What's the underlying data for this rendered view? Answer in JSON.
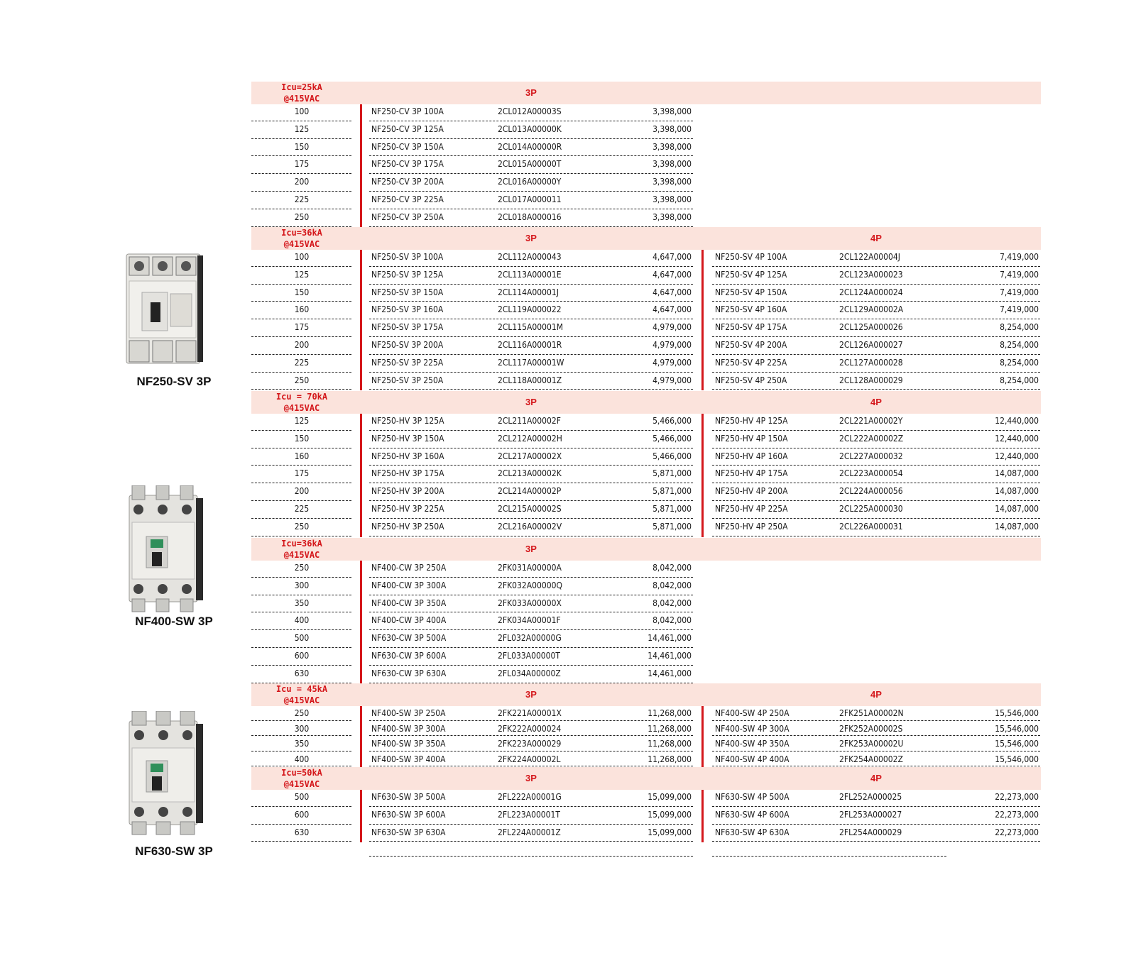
{
  "colors": {
    "accent_red": "#d4171b",
    "band_fill": "#fbe3dc",
    "rule": "#222222"
  },
  "products": [
    {
      "name": "NF250-SV 3P",
      "icon": "molded-case-circuit-breaker-image"
    },
    {
      "name": "NF400-SW 3P",
      "icon": "molded-case-circuit-breaker-image"
    },
    {
      "name": "NF630-SW 3P",
      "icon": "molded-case-circuit-breaker-image"
    }
  ],
  "sections": [
    {
      "icu": [
        "Icu=25kA",
        "@415VAC"
      ],
      "left_label": "3P",
      "right_label": "",
      "rows": [
        {
          "amp": "100",
          "l": [
            "NF250-CV 3P 100A",
            "2CL012A00003S",
            "3,398,000"
          ]
        },
        {
          "amp": "125",
          "l": [
            "NF250-CV 3P 125A",
            "2CL013A00000K",
            "3,398,000"
          ]
        },
        {
          "amp": "150",
          "l": [
            "NF250-CV 3P 150A",
            "2CL014A00000R",
            "3,398,000"
          ]
        },
        {
          "amp": "175",
          "l": [
            "NF250-CV 3P 175A",
            "2CL015A00000T",
            "3,398,000"
          ]
        },
        {
          "amp": "200",
          "l": [
            "NF250-CV 3P 200A",
            "2CL016A00000Y",
            "3,398,000"
          ]
        },
        {
          "amp": "225",
          "l": [
            "NF250-CV 3P 225A",
            "2CL017A000011",
            "3,398,000"
          ]
        },
        {
          "amp": "250",
          "l": [
            "NF250-CV 3P 250A",
            "2CL018A000016",
            "3,398,000"
          ]
        }
      ]
    },
    {
      "icu": [
        "Icu=36kA",
        "@415VAC"
      ],
      "left_label": "3P",
      "right_label": "4P",
      "rows": [
        {
          "amp": "100",
          "l": [
            "NF250-SV 3P 100A",
            "2CL112A000043",
            "4,647,000"
          ],
          "r": [
            "NF250-SV 4P 100A",
            "2CL122A00004J",
            "7,419,000"
          ]
        },
        {
          "amp": "125",
          "l": [
            "NF250-SV 3P 125A",
            "2CL113A00001E",
            "4,647,000"
          ],
          "r": [
            "NF250-SV 4P 125A",
            "2CL123A000023",
            "7,419,000"
          ]
        },
        {
          "amp": "150",
          "l": [
            "NF250-SV 3P 150A",
            "2CL114A00001J",
            "4,647,000"
          ],
          "r": [
            "NF250-SV 4P 150A",
            "2CL124A000024",
            "7,419,000"
          ]
        },
        {
          "amp": "160",
          "l": [
            "NF250-SV 3P 160A",
            "2CL119A000022",
            "4,647,000"
          ],
          "r": [
            "NF250-SV 4P 160A",
            "2CL129A00002A",
            "7,419,000"
          ]
        },
        {
          "amp": "175",
          "l": [
            "NF250-SV 3P 175A",
            "2CL115A00001M",
            "4,979,000"
          ],
          "r": [
            "NF250-SV 4P 175A",
            "2CL125A000026",
            "8,254,000"
          ]
        },
        {
          "amp": "200",
          "l": [
            "NF250-SV 3P 200A",
            "2CL116A00001R",
            "4,979,000"
          ],
          "r": [
            "NF250-SV 4P 200A",
            "2CL126A000027",
            "8,254,000"
          ]
        },
        {
          "amp": "225",
          "l": [
            "NF250-SV 3P 225A",
            "2CL117A00001W",
            "4,979,000"
          ],
          "r": [
            "NF250-SV 4P 225A",
            "2CL127A000028",
            "8,254,000"
          ]
        },
        {
          "amp": "250",
          "l": [
            "NF250-SV 3P 250A",
            "2CL118A00001Z",
            "4,979,000"
          ],
          "r": [
            "NF250-SV 4P 250A",
            "2CL128A000029",
            "8,254,000"
          ]
        }
      ]
    },
    {
      "icu": [
        "Icu = 70kA",
        "@415VAC"
      ],
      "left_label": "3P",
      "right_label": "4P",
      "rows": [
        {
          "amp": "125",
          "l": [
            "NF250-HV 3P 125A",
            "2CL211A00002F",
            "5,466,000"
          ],
          "r": [
            "NF250-HV 4P 125A",
            "2CL221A00002Y",
            "12,440,000"
          ]
        },
        {
          "amp": "150",
          "l": [
            "NF250-HV 3P 150A",
            "2CL212A00002H",
            "5,466,000"
          ],
          "r": [
            "NF250-HV 4P 150A",
            "2CL222A00002Z",
            "12,440,000"
          ]
        },
        {
          "amp": "160",
          "l": [
            "NF250-HV 3P 160A",
            "2CL217A00002X",
            "5,466,000"
          ],
          "r": [
            "NF250-HV 4P 160A",
            "2CL227A000032",
            "12,440,000"
          ]
        },
        {
          "amp": "175",
          "l": [
            "NF250-HV 3P 175A",
            "2CL213A00002K",
            "5,871,000"
          ],
          "r": [
            "NF250-HV 4P 175A",
            "2CL223A000054",
            "14,087,000"
          ]
        },
        {
          "amp": "200",
          "l": [
            "NF250-HV 3P 200A",
            "2CL214A00002P",
            "5,871,000"
          ],
          "r": [
            "NF250-HV 4P 200A",
            "2CL224A000056",
            "14,087,000"
          ]
        },
        {
          "amp": "225",
          "l": [
            "NF250-HV 3P 225A",
            "2CL215A00002S",
            "5,871,000"
          ],
          "r": [
            "NF250-HV 4P 225A",
            "2CL225A000030",
            "14,087,000"
          ]
        },
        {
          "amp": "250",
          "l": [
            "NF250-HV 3P 250A",
            "2CL216A00002V",
            "5,871,000"
          ],
          "r": [
            "NF250-HV 4P 250A",
            "2CL226A000031",
            "14,087,000"
          ]
        }
      ]
    },
    {
      "icu": [
        "Icu=36kA",
        "@415VAC"
      ],
      "left_label": "3P",
      "right_label": "",
      "rows": [
        {
          "amp": "250",
          "l": [
            "NF400-CW 3P 250A",
            "2FK031A00000A",
            "8,042,000"
          ]
        },
        {
          "amp": "300",
          "l": [
            "NF400-CW 3P 300A",
            "2FK032A00000Q",
            "8,042,000"
          ]
        },
        {
          "amp": "350",
          "l": [
            "NF400-CW 3P 350A",
            "2FK033A00000X",
            "8,042,000"
          ]
        },
        {
          "amp": "400",
          "l": [
            "NF400-CW 3P 400A",
            "2FK034A00001F",
            "8,042,000"
          ]
        },
        {
          "amp": "500",
          "l": [
            "NF630-CW 3P 500A",
            "2FL032A00000G",
            "14,461,000"
          ]
        },
        {
          "amp": "600",
          "l": [
            "NF630-CW 3P 600A",
            "2FL033A00000T",
            "14,461,000"
          ]
        },
        {
          "amp": "630",
          "l": [
            "NF630-CW 3P 630A",
            "2FL034A00000Z",
            "14,461,000"
          ]
        }
      ]
    },
    {
      "icu": [
        "Icu = 45kA",
        "@415VAC"
      ],
      "left_label": "3P",
      "right_label": "4P",
      "rows": [
        {
          "amp": "250",
          "l": [
            "NF400-SW 3P 250A",
            "2FK221A00001X",
            "11,268,000"
          ],
          "r": [
            "NF400-SW 4P 250A",
            "2FK251A00002N",
            "15,546,000"
          ]
        },
        {
          "amp": "300",
          "l": [
            "NF400-SW 3P 300A",
            "2FK222A000024",
            "11,268,000"
          ],
          "r": [
            "NF400-SW 4P 300A",
            "2FK252A00002S",
            "15,546,000"
          ]
        },
        {
          "amp": "350",
          "l": [
            "NF400-SW 3P 350A",
            "2FK223A000029",
            "11,268,000"
          ],
          "r": [
            "NF400-SW 4P 350A",
            "2FK253A00002U",
            "15,546,000"
          ]
        },
        {
          "amp": "400",
          "l": [
            "NF400-SW 3P 400A",
            "2FK224A00002L",
            "11,268,000"
          ],
          "r": [
            "NF400-SW 4P 400A",
            "2FK254A00002Z",
            "15,546,000"
          ]
        }
      ]
    },
    {
      "icu": [
        "Icu=50kA",
        "@415VAC"
      ],
      "left_label": "3P",
      "right_label": "4P",
      "rows": [
        {
          "amp": "500",
          "l": [
            "NF630-SW 3P 500A",
            "2FL222A00001G",
            "15,099,000"
          ],
          "r": [
            "NF630-SW 4P 500A",
            "2FL252A000025",
            "22,273,000"
          ]
        },
        {
          "amp": "600",
          "l": [
            "NF630-SW 3P 600A",
            "2FL223A00001T",
            "15,099,000"
          ],
          "r": [
            "NF630-SW 4P 600A",
            "2FL253A000027",
            "22,273,000"
          ]
        },
        {
          "amp": "630",
          "l": [
            "NF630-SW 3P 630A",
            "2FL224A00001Z",
            "15,099,000"
          ],
          "r": [
            "NF630-SW 4P 630A",
            "2FL254A000029",
            "22,273,000"
          ]
        }
      ]
    }
  ]
}
